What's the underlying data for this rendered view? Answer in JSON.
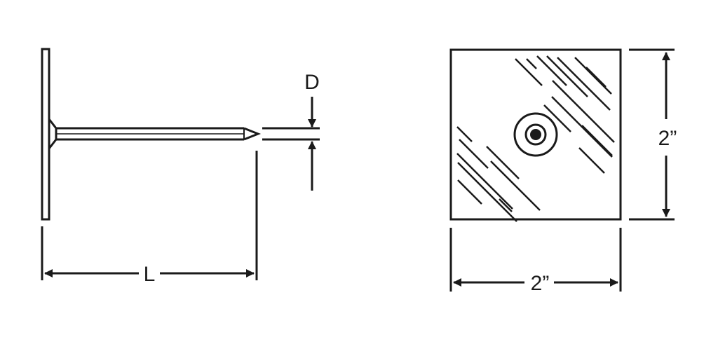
{
  "labels": {
    "diameter": "D",
    "length": "L",
    "square_width": "2”",
    "square_height": "2”"
  },
  "colors": {
    "ink": "#1a1a1a",
    "background": "#ffffff"
  }
}
